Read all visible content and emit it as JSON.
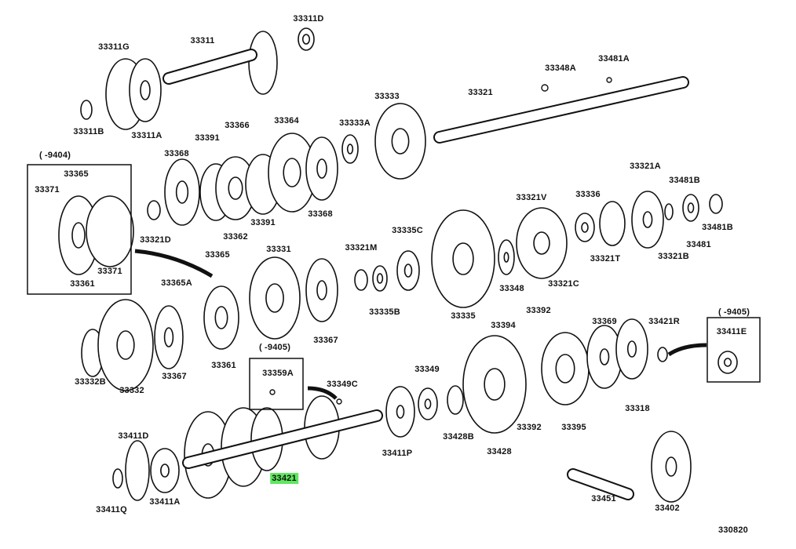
{
  "diagram_id": "330820",
  "highlighted_part": "33421",
  "highlight_color": "#5ee85e",
  "parts": [
    "33311D",
    "33311G",
    "33311",
    "33311B",
    "33311A",
    "33348A",
    "33481A",
    "33333",
    "33321",
    "33366",
    "33364",
    "33333A",
    "33391",
    "33368",
    "(    -9404)",
    "33365",
    "33371",
    "33321D",
    "33362",
    "33391",
    "33368",
    "33321A",
    "33481B",
    "33321V",
    "33336",
    "33481B",
    "33481",
    "33321B",
    "33321T",
    "33321C",
    "33348",
    "33335C",
    "33321M",
    "33331",
    "33365",
    "33365A",
    "33371",
    "33361",
    "33335B",
    "33335",
    "33392",
    "33394",
    "33369",
    "33421R",
    "(    -9405)",
    "33411E",
    "33367",
    "(    -9405)",
    "33359A",
    "33349C",
    "33349",
    "33332B",
    "33332",
    "33367",
    "33361",
    "33318",
    "33392",
    "33395",
    "33428B",
    "33428",
    "33411P",
    "33411D",
    "33421",
    "33411Q",
    "33411A",
    "33451",
    "33402",
    "330820"
  ]
}
